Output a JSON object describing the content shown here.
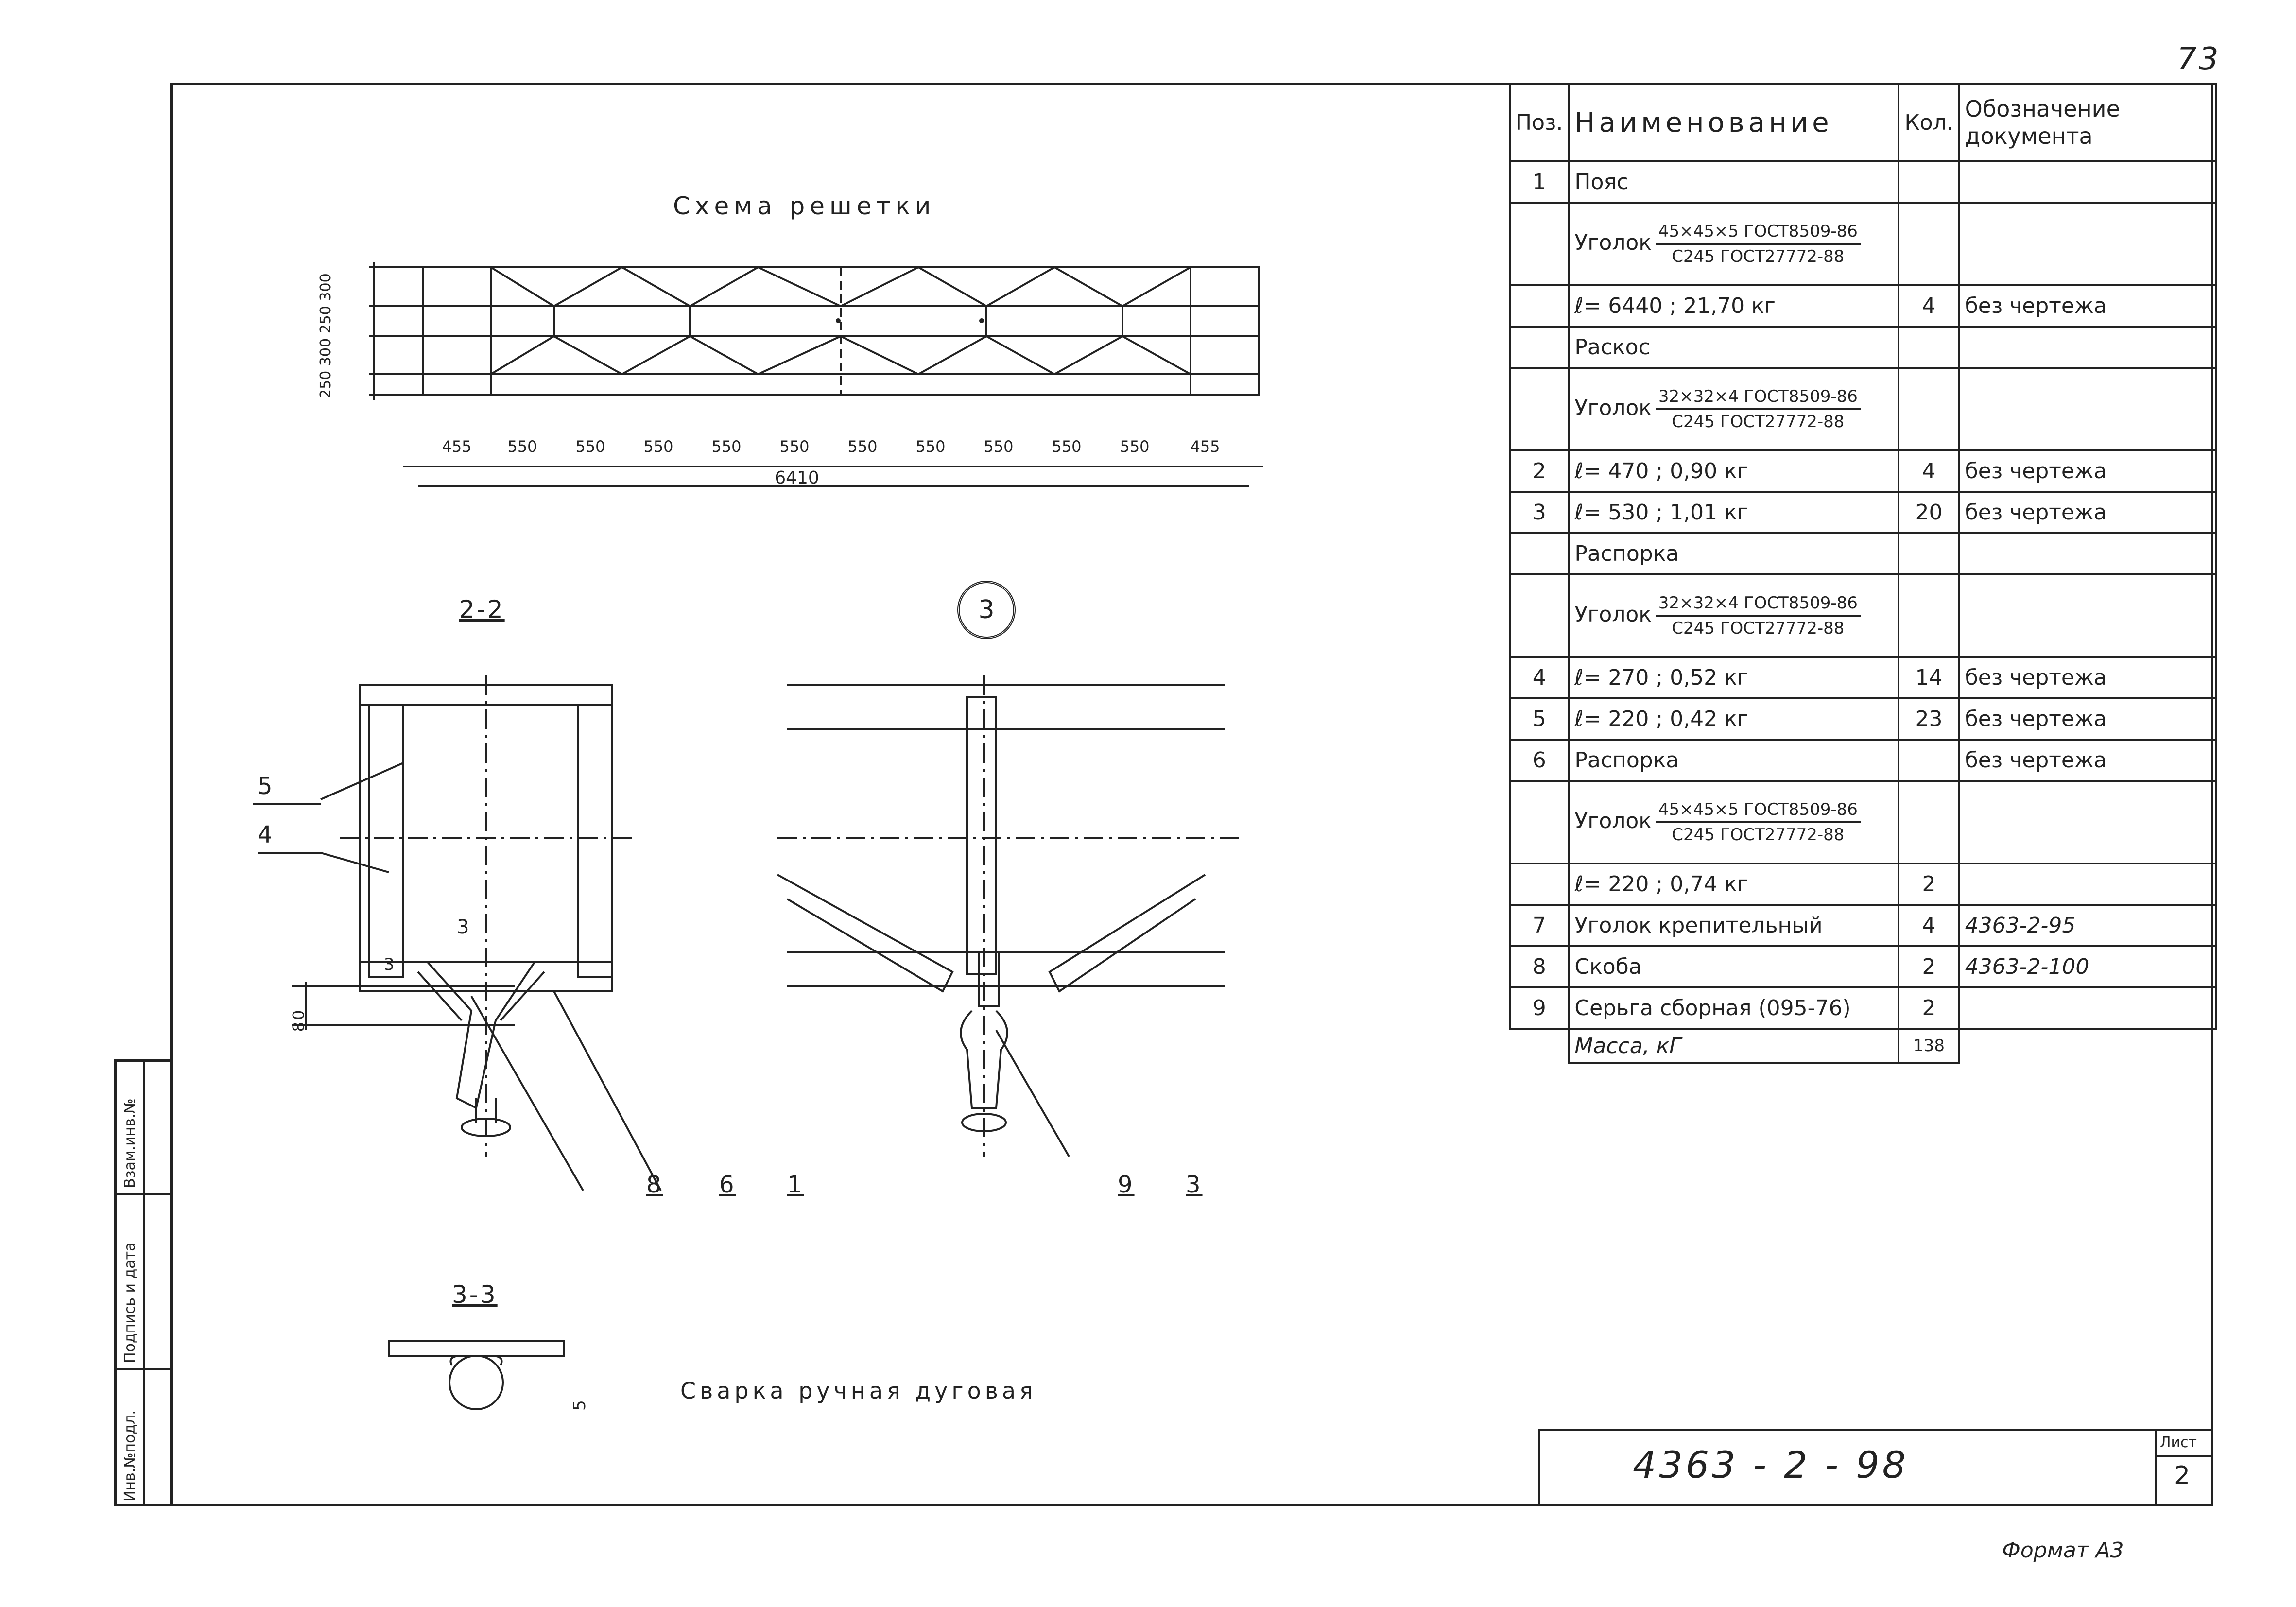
{
  "page_number": "73",
  "scheme_title": "Схема решетки",
  "dim_bottom": [
    "455",
    "550",
    "550",
    "550",
    "550",
    "550",
    "550",
    "550",
    "550",
    "550",
    "550",
    "455"
  ],
  "dim_total": "6410",
  "dim_left": "250 300 250 300",
  "section_2_2": "2-2",
  "node_3": "3",
  "section_3_3": "3-3",
  "weld_label": "Сварка ручная дуговая",
  "callouts": {
    "c5": "5",
    "c4": "4",
    "c3": "3",
    "c3b": "3",
    "c80": "80",
    "c8": "8",
    "c6": "6",
    "c1": "1",
    "c9": "9",
    "c3c": "3",
    "c5b": "5"
  },
  "spec": {
    "headers": {
      "pos": "Поз.",
      "name": "Наименование",
      "qty": "Кол.",
      "doc": "Обозначение документа"
    },
    "rows": [
      {
        "pos": "1",
        "name": "Пояс",
        "qty": "",
        "doc": ""
      },
      {
        "pos": "",
        "frac_label": "Уголок",
        "frac_top": "45×45×5 ГОСТ8509-86",
        "frac_bot": "С245   ГОСТ27772-88",
        "qty": "",
        "doc": ""
      },
      {
        "pos": "",
        "name": "ℓ= 6440 ; 21,70 кг",
        "qty": "4",
        "doc": "без чертежа"
      },
      {
        "pos": "",
        "name": "Раскос",
        "qty": "",
        "doc": ""
      },
      {
        "pos": "",
        "frac_label": "Уголок",
        "frac_top": "32×32×4 ГОСТ8509-86",
        "frac_bot": "С245   ГОСТ27772-88",
        "qty": "",
        "doc": ""
      },
      {
        "pos": "2",
        "name": "ℓ= 470 ; 0,90 кг",
        "qty": "4",
        "doc": "без чертежа"
      },
      {
        "pos": "3",
        "name": "ℓ= 530 ; 1,01 кг",
        "qty": "20",
        "doc": "без чертежа"
      },
      {
        "pos": "",
        "name": "Распорка",
        "qty": "",
        "doc": ""
      },
      {
        "pos": "",
        "frac_label": "Уголок",
        "frac_top": "32×32×4 ГОСТ8509-86",
        "frac_bot": "С245   ГОСТ27772-88",
        "qty": "",
        "doc": ""
      },
      {
        "pos": "4",
        "name": "ℓ= 270 ; 0,52 кг",
        "qty": "14",
        "doc": "без чертежа"
      },
      {
        "pos": "5",
        "name": "ℓ= 220 ; 0,42 кг",
        "qty": "23",
        "doc": "без чертежа"
      },
      {
        "pos": "6",
        "name": "Распорка",
        "qty": "",
        "doc": "без чертежа"
      },
      {
        "pos": "",
        "frac_label": "Уголок",
        "frac_top": "45×45×5 ГОСТ8509-86",
        "frac_bot": "С245   ГОСТ27772-88",
        "qty": "",
        "doc": ""
      },
      {
        "pos": "",
        "name": "ℓ= 220 ; 0,74 кг",
        "qty": "2",
        "doc": ""
      },
      {
        "pos": "7",
        "name": "Уголок крепительный",
        "qty": "4",
        "doc": "4363-2-95"
      },
      {
        "pos": "8",
        "name": "Скоба",
        "qty": "2",
        "doc": "4363-2-100"
      },
      {
        "pos": "9",
        "name": "Серьга сборная (095-76)",
        "qty": "2",
        "doc": ""
      }
    ],
    "mass_label": "Масса, кГ",
    "mass_value": "138"
  },
  "side_labels": [
    "Инв.№подл.",
    "Подпись и дата",
    "Взам.инв.№"
  ],
  "doc_number": "4363 - 2 - 98",
  "sheet_label": "Лист",
  "sheet_number": "2",
  "format_label": "Формат А3"
}
